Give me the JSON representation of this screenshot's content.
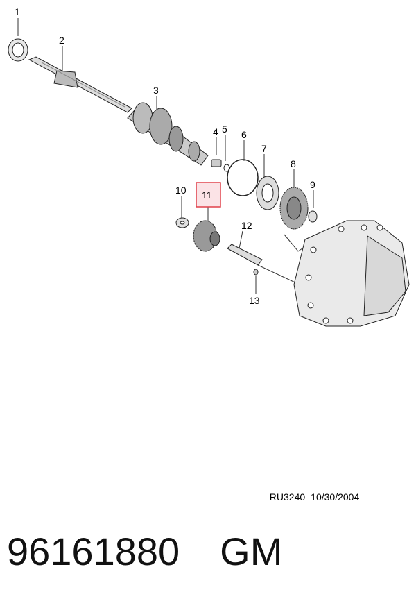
{
  "callouts": [
    {
      "label": "1"
    },
    {
      "label": "2"
    },
    {
      "label": "3"
    },
    {
      "label": "4"
    },
    {
      "label": "5"
    },
    {
      "label": "6"
    },
    {
      "label": "7"
    },
    {
      "label": "8"
    },
    {
      "label": "9"
    },
    {
      "label": "10"
    },
    {
      "label": "11"
    },
    {
      "label": "12"
    },
    {
      "label": "13"
    }
  ],
  "highlight": {
    "callout": "11",
    "color": "#e0404a",
    "fill": "#fbe3e6"
  },
  "drawing_ref": {
    "code": "RU3240",
    "date": "10/30/2004"
  },
  "footer": {
    "part_number": "96161880",
    "brand": "GM"
  }
}
